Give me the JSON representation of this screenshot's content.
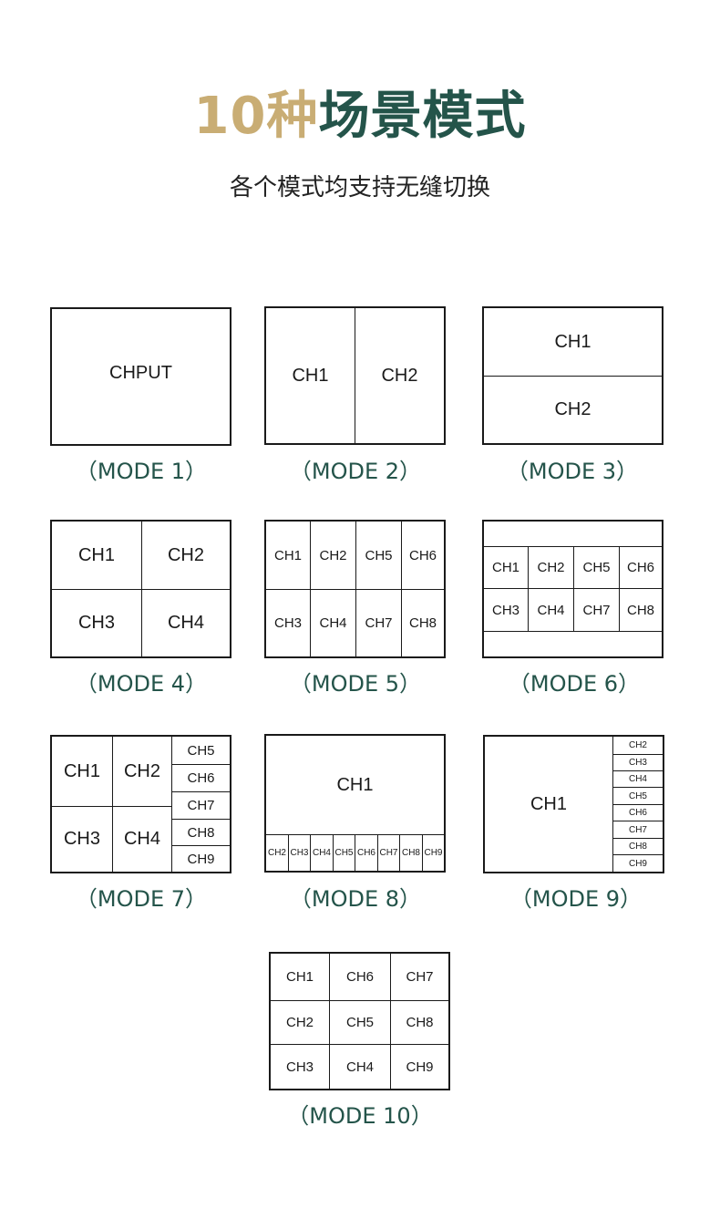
{
  "header": {
    "title_accent": "10种",
    "title_main": "场景模式",
    "subtitle": "各个模式均支持无缝切换"
  },
  "colors": {
    "accent_gold": "#c9ad74",
    "accent_green": "#24544a",
    "line": "#1a1a1a"
  },
  "modes": [
    {
      "caption": "（MODE 1）",
      "cells": [
        "CHPUT"
      ]
    },
    {
      "caption": "（MODE 2）",
      "cells": [
        "CH1",
        "CH2"
      ]
    },
    {
      "caption": "（MODE 3）",
      "cells": [
        "CH1",
        "CH2"
      ]
    },
    {
      "caption": "（MODE 4）",
      "cells": [
        "CH1",
        "CH2",
        "CH3",
        "CH4"
      ]
    },
    {
      "caption": "（MODE 5）",
      "cells": [
        "CH1",
        "CH2",
        "CH5",
        "CH6",
        "CH3",
        "CH4",
        "CH7",
        "CH8"
      ]
    },
    {
      "caption": "（MODE 6）",
      "cells": [
        "CH1",
        "CH2",
        "CH5",
        "CH6",
        "CH3",
        "CH4",
        "CH7",
        "CH8"
      ]
    },
    {
      "caption": "（MODE 7）",
      "cells": [
        "CH1",
        "CH2",
        "CH3",
        "CH4",
        "CH5",
        "CH6",
        "CH7",
        "CH8",
        "CH9"
      ]
    },
    {
      "caption": "（MODE 8）",
      "cells": [
        "CH1",
        "CH2",
        "CH3",
        "CH4",
        "CH5",
        "CH6",
        "CH7",
        "CH8",
        "CH9"
      ]
    },
    {
      "caption": "（MODE 9）",
      "cells": [
        "CH1",
        "CH2",
        "CH3",
        "CH4",
        "CH5",
        "CH6",
        "CH7",
        "CH8",
        "CH9"
      ]
    },
    {
      "caption": "（MODE 10）",
      "cells": [
        "CH1",
        "CH6",
        "CH7",
        "CH2",
        "CH5",
        "CH8",
        "CH3",
        "CH4",
        "CH9"
      ]
    }
  ]
}
